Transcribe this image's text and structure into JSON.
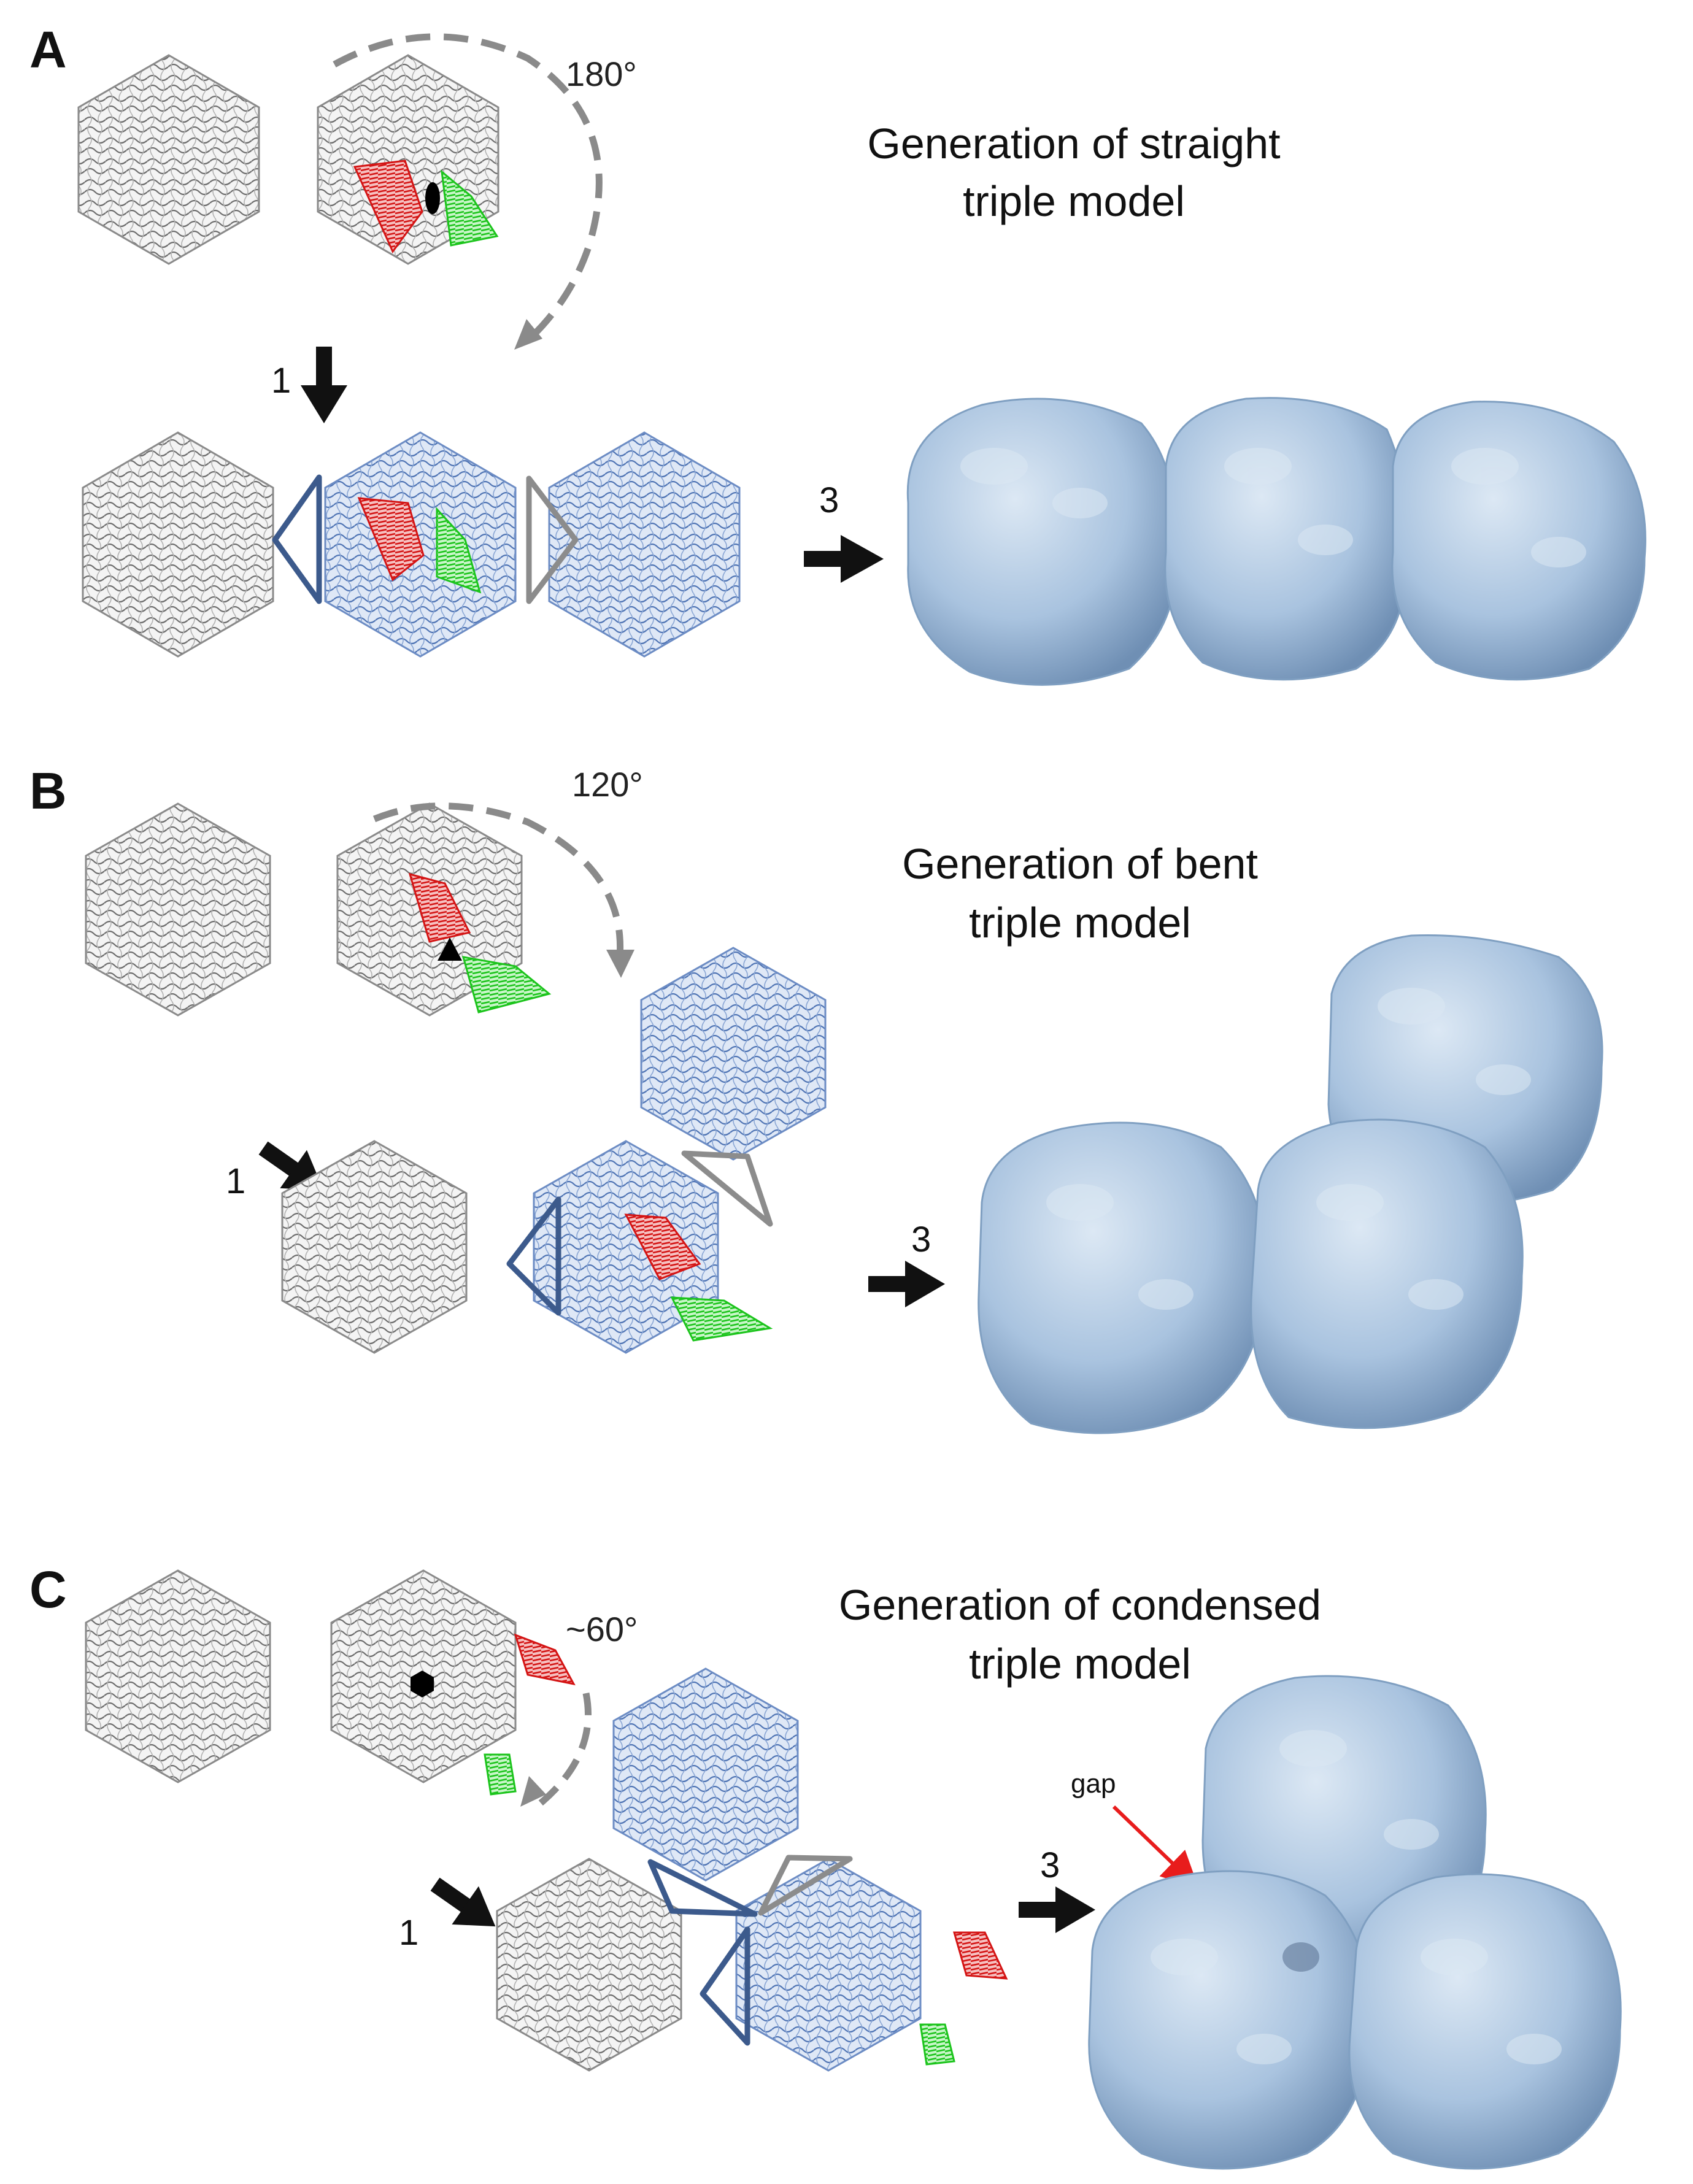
{
  "panels": {
    "a": {
      "letter": "A",
      "angle": "180°",
      "heading_line1": "Generation of straight",
      "heading_line2": "triple model",
      "step1": "1",
      "step3": "3",
      "symmetry_symbol": "two-fold-ellipse"
    },
    "b": {
      "letter": "B",
      "angle": "120°",
      "heading_line1": "Generation of bent",
      "heading_line2": "triple model",
      "step1": "1",
      "step3": "3",
      "symmetry_symbol": "three-fold-triangle"
    },
    "c": {
      "letter": "C",
      "angle": "~60°",
      "heading_line1": "Generation of condensed",
      "heading_line2": "triple model",
      "step1": "1",
      "step3": "3",
      "gap_label": "gap",
      "symmetry_symbol": "six-fold-hexagon"
    }
  },
  "colors": {
    "grey_molecule": "#9a9a9a",
    "blue_molecule": "#7f9fd0",
    "red_subunit": "#e02020",
    "green_subunit": "#22cc22",
    "surface": "#a9c3df",
    "triangle_blue": "#3c5a8c",
    "triangle_grey": "#8c8c8c",
    "gap_arrow": "#e81c1c"
  }
}
